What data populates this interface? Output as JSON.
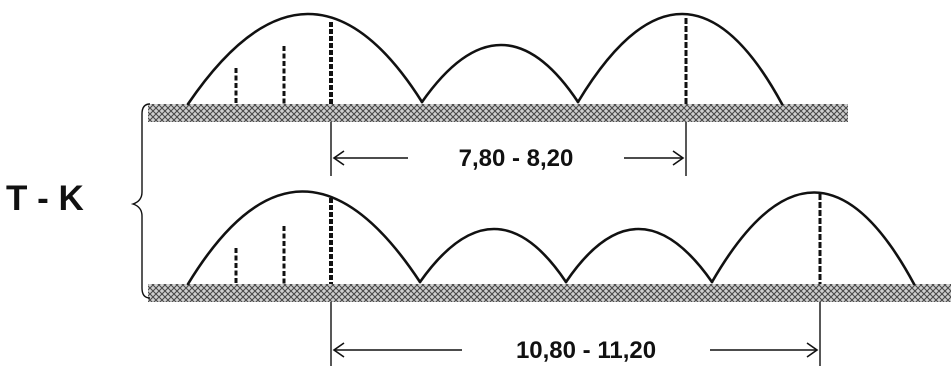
{
  "group_label": "T - K",
  "rows": [
    {
      "measure_label": "7,80 - 8,20"
    },
    {
      "measure_label": "10,80 - 11,20"
    }
  ],
  "colors": {
    "ink": "#111111",
    "ground": "#7a7a7a",
    "background": "#ffffff"
  }
}
